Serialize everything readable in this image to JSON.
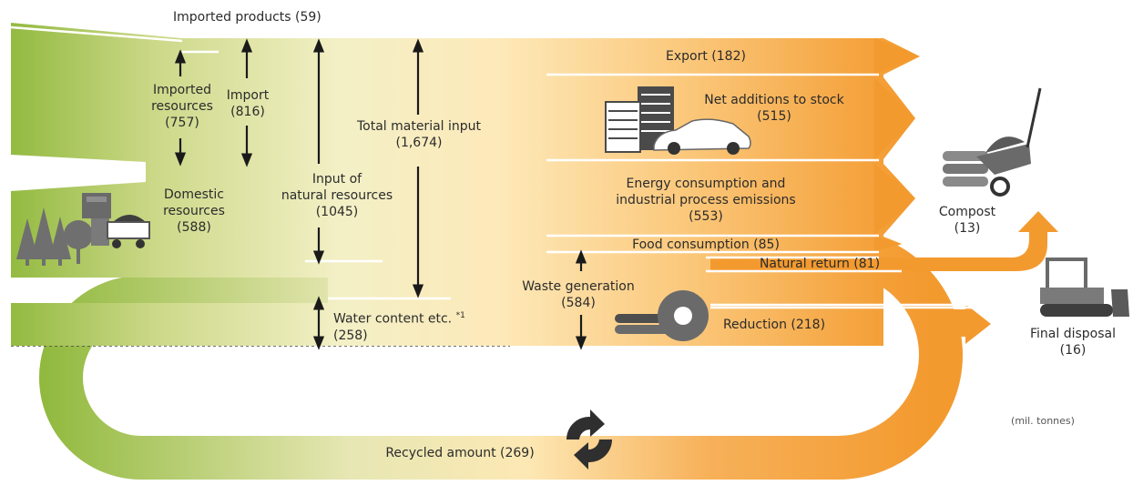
{
  "colors": {
    "green": "#8fb83c",
    "green_light": "#e9eec8",
    "cream": "#fbefc6",
    "orange": "#f39a2f",
    "arrow": "#1a1a1a",
    "icon_gray": "#8a8a8a"
  },
  "labels": {
    "imported_products": "Imported products (59)",
    "imported_resources": {
      "line1": "Imported",
      "line2": "resources",
      "value": "(757)"
    },
    "import": {
      "line1": "Import",
      "value": "(816)"
    },
    "domestic": {
      "line1": "Domestic",
      "line2": "resources",
      "value": "(588)"
    },
    "natural_input": {
      "line1": "Input of",
      "line2": "natural resources",
      "value": "(1045)"
    },
    "total_input": {
      "line1": "Total material input",
      "value": "(1,674)"
    },
    "water": {
      "text": "Water content etc. ",
      "note": "*1",
      "value": "(258)"
    },
    "export": "Export (182)",
    "stock": {
      "line1": "Net additions to stock",
      "value": "(515)"
    },
    "energy": {
      "line1": "Energy consumption and",
      "line2": "industrial process emissions",
      "value": "(553)"
    },
    "food": "Food consumption (85)",
    "natural_return": "Natural return (81)",
    "waste": {
      "line1": "Waste generation",
      "value": "(584)"
    },
    "reduction": "Reduction (218)",
    "compost": {
      "line1": "Compost",
      "value": "(13)"
    },
    "final": {
      "line1": "Final disposal",
      "value": "(16)"
    },
    "recycled": "Recycled amount (269)",
    "unit": "(mil. tonnes)"
  },
  "icons": [
    "forest-icon",
    "factory-icon",
    "ore-cart-icon",
    "building-icon",
    "car-icon",
    "wheelbarrow-icon",
    "compost-logs-icon",
    "tire-icon",
    "bulldozer-icon",
    "recycle-icon"
  ]
}
